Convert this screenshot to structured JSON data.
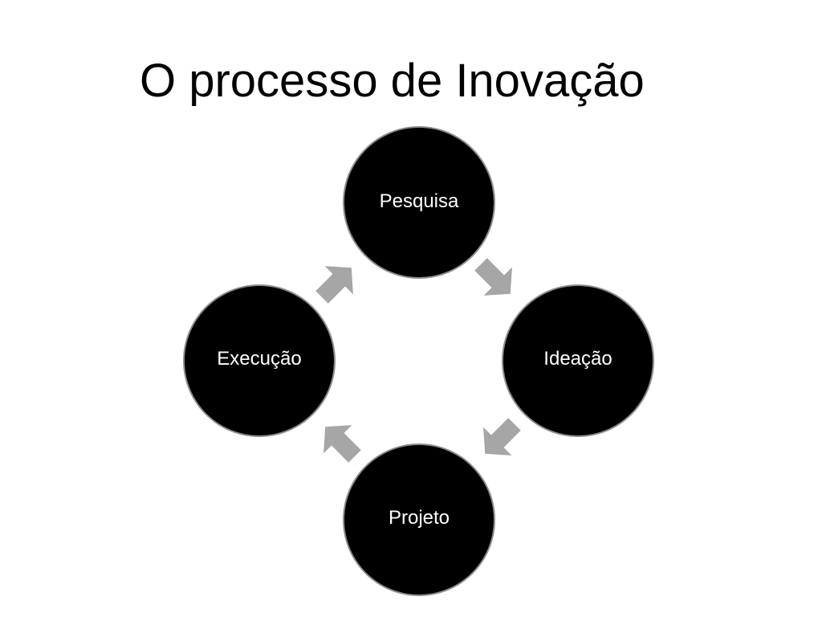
{
  "slide": {
    "title": "O processo de Inovação"
  },
  "cycle": {
    "stages": [
      {
        "label": "Pesquisa"
      },
      {
        "label": "Ideação"
      },
      {
        "label": "Projeto"
      },
      {
        "label": "Execução"
      }
    ],
    "arrow_color": "#a6a6a6",
    "stage_color": "#000000",
    "stage_border_color": "#8c8c8c",
    "label_color": "#ffffff"
  }
}
